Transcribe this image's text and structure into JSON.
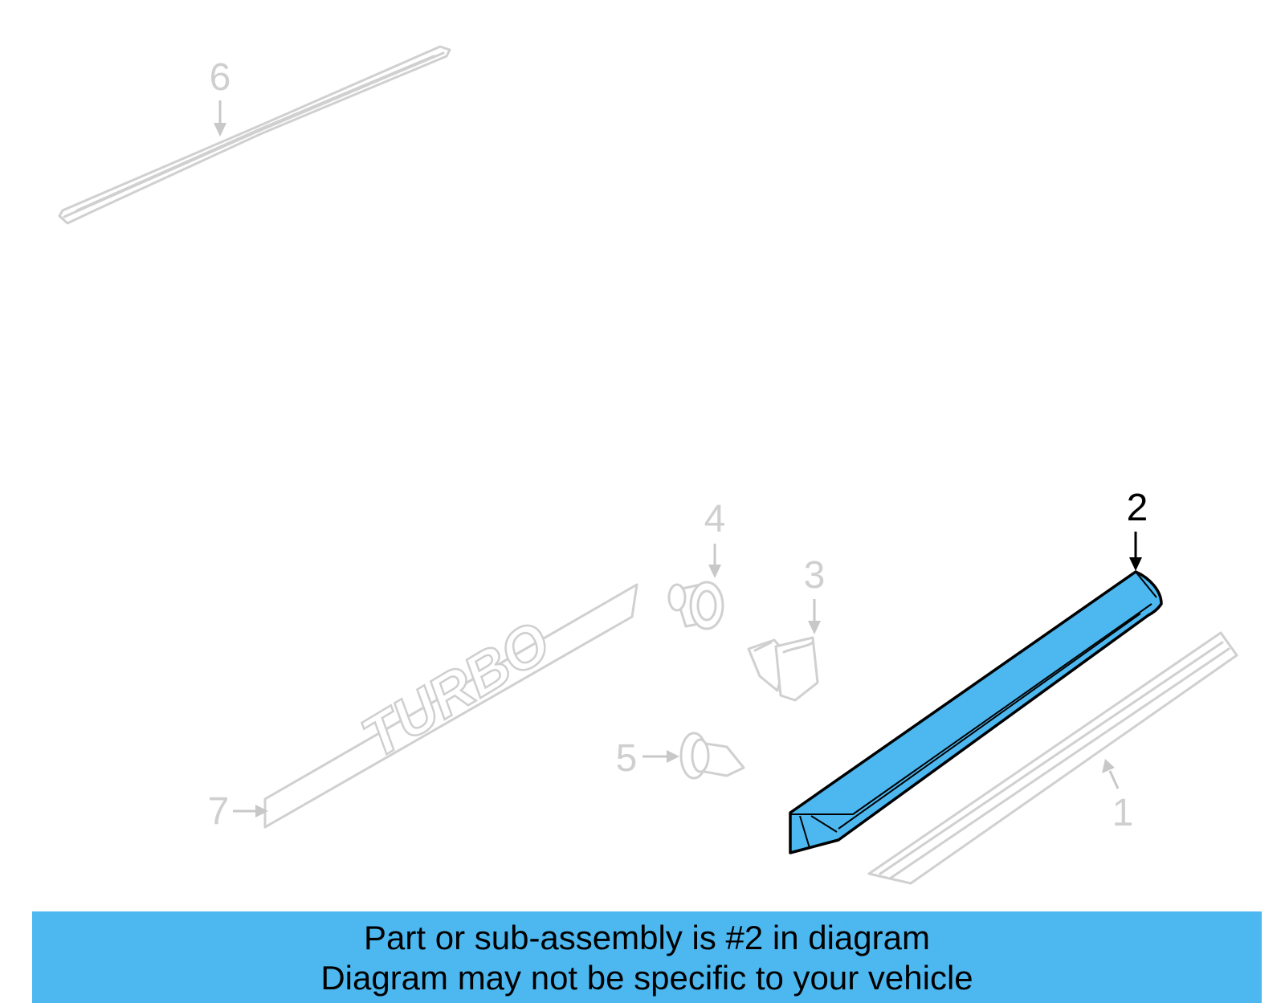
{
  "diagram": {
    "highlight_color": "#4db8f0",
    "callouts": {
      "c1": "1",
      "c2": "2",
      "c3": "3",
      "c4": "4",
      "c5": "5",
      "c6": "6",
      "c7": "7"
    },
    "highlighted_part": "2"
  },
  "banner": {
    "line1": "Part or sub-assembly is #2 in diagram",
    "line2": "Diagram may not be specific to your vehicle",
    "background": "#4db8f0"
  }
}
